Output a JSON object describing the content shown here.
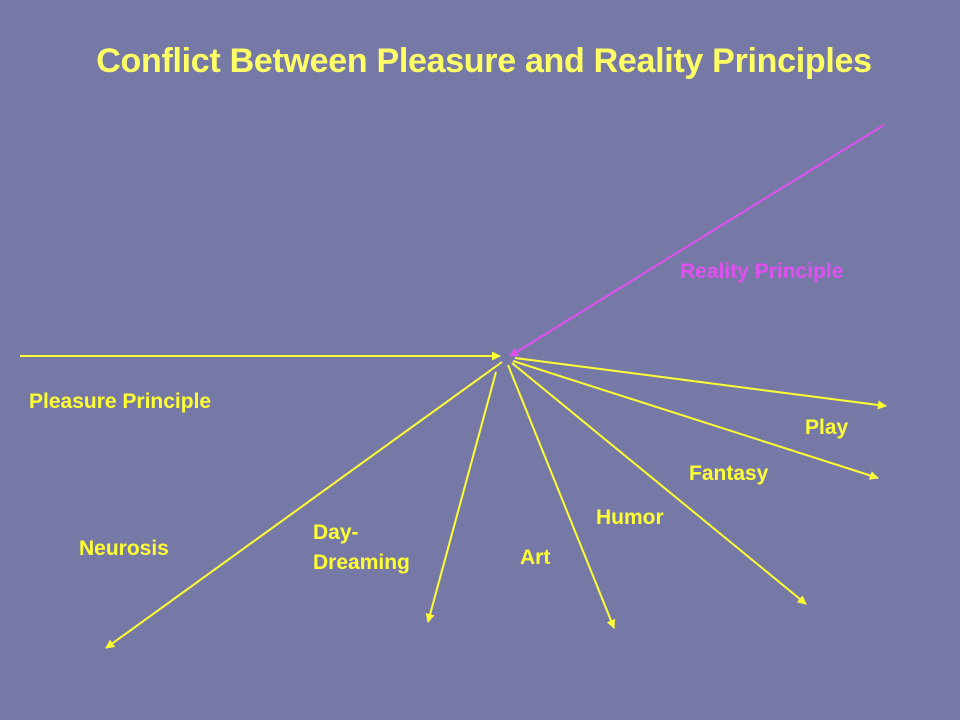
{
  "title": "Conflict Between Pleasure and Reality Principles",
  "colors": {
    "background": "#7679a6",
    "yellow": "#ffff33",
    "title": "#ffff66",
    "magenta": "#e050f0"
  },
  "labels": {
    "reality_principle": "Reality Principle",
    "pleasure_principle": "Pleasure Principle",
    "play": "Play",
    "fantasy": "Fantasy",
    "humor": "Humor",
    "art": "Art",
    "day_dreaming_line1": "Day-",
    "day_dreaming_line2": "Dreaming",
    "neurosis": "Neurosis"
  }
}
